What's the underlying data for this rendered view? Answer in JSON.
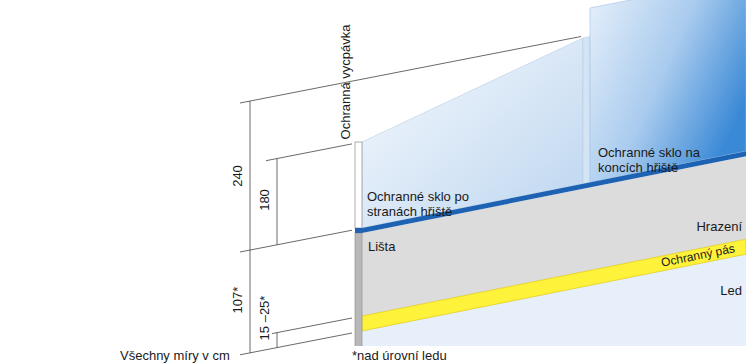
{
  "diagram": {
    "labels": [
      "Ochranná vycpávka",
      "240",
      "180",
      "Ochranné sklo po stranách hřiště",
      "Ochranné sklo na koncích hřiště",
      "Lišta",
      "Hrazení",
      "Ochranný pás",
      "Led",
      "107*",
      "15 –25*",
      "Všechny míry v cm",
      "*nad úrovní ledu"
    ]
  }
}
